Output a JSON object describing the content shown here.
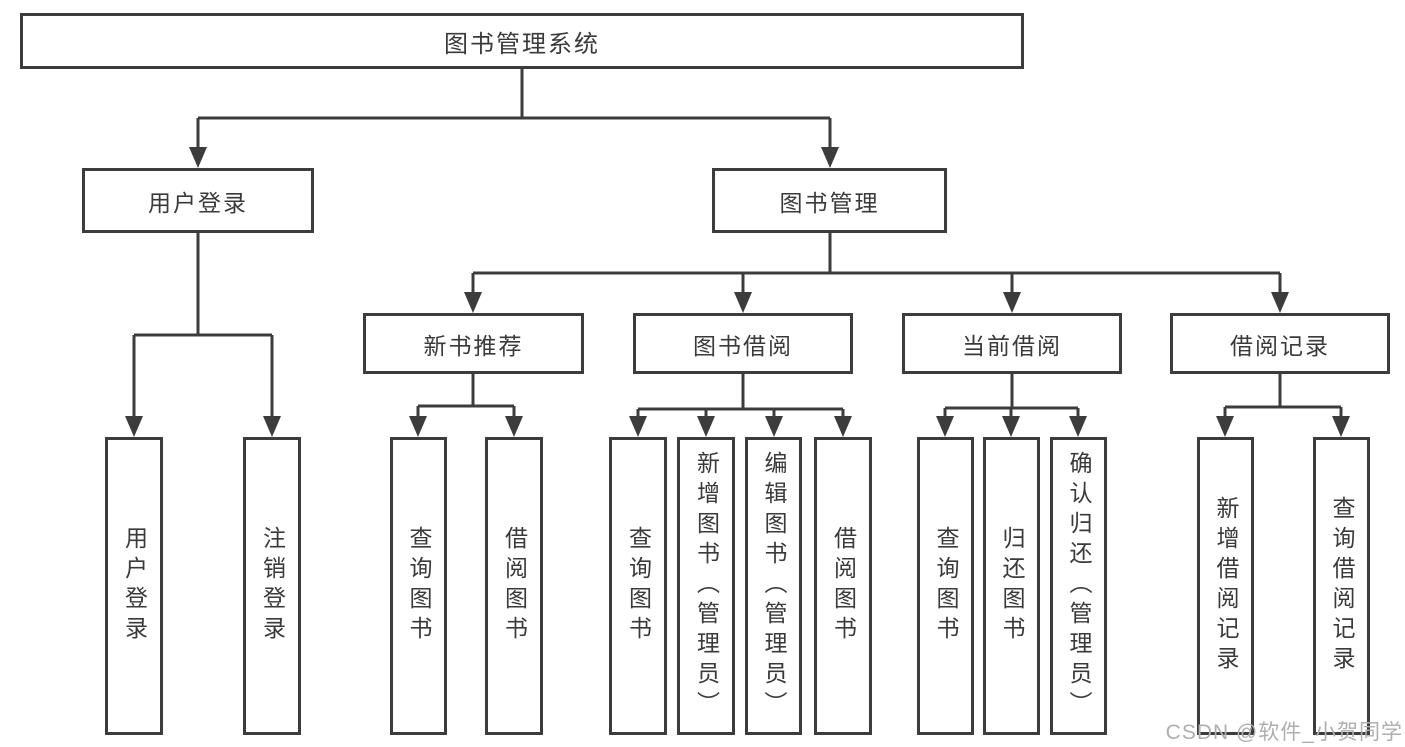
{
  "colors": {
    "line": "#3c3c3c",
    "text": "#3a3a3a",
    "watermark": "#b0aeae",
    "background": "#ffffff"
  },
  "root": {
    "label": "图书管理系统"
  },
  "branches": [
    {
      "label": "用户登录",
      "leaves": [
        {
          "label": "用户登录"
        },
        {
          "label": "注销登录"
        }
      ]
    },
    {
      "label": "图书管理",
      "groups": [
        {
          "label": "新书推荐",
          "leaves": [
            {
              "label": "查询图书"
            },
            {
              "label": "借阅图书"
            }
          ]
        },
        {
          "label": "图书借阅",
          "leaves": [
            {
              "label": "查询图书"
            },
            {
              "label": "新增图书（管理员）"
            },
            {
              "label": "编辑图书（管理员）"
            },
            {
              "label": "借阅图书"
            }
          ]
        },
        {
          "label": "当前借阅",
          "leaves": [
            {
              "label": "查询图书"
            },
            {
              "label": "归还图书"
            },
            {
              "label": "确认归还（管理员）"
            }
          ]
        },
        {
          "label": "借阅记录",
          "leaves": [
            {
              "label": "新增借阅记录"
            },
            {
              "label": "查询借阅记录"
            }
          ]
        }
      ]
    }
  ],
  "watermark": "CSDN @软件_小贺同学"
}
